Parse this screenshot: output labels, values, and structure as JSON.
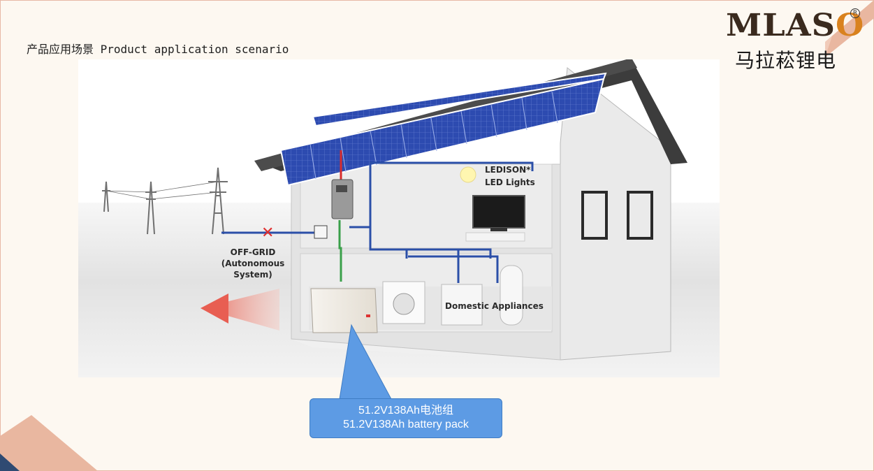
{
  "slide": {
    "title": "产品应用场景 Product application scenario"
  },
  "logo": {
    "latin_part1": "MLAS",
    "latin_part2": "O",
    "registered": "R",
    "chinese": "马拉菘锂电"
  },
  "illustration": {
    "label_lights_line1": "LEDISON*",
    "label_lights_line2": "LED Lights",
    "label_offgrid_line1": "OFF-GRID",
    "label_offgrid_line2": "(Autonomous",
    "label_offgrid_line3": "System)",
    "label_appliances": "Domestic Appliances"
  },
  "callout": {
    "line1": "51.2V138Ah电池组",
    "line2": "51.2V138Ah battery pack"
  },
  "colors": {
    "background": "#fdf8f1",
    "decor_salmon": "#e9b7a0",
    "decor_navy": "#2f4a72",
    "callout_blue": "#5d9be4",
    "wire_blue": "#2b4fa8",
    "wire_red": "#d92b2b",
    "wire_green": "#3aa04a"
  }
}
